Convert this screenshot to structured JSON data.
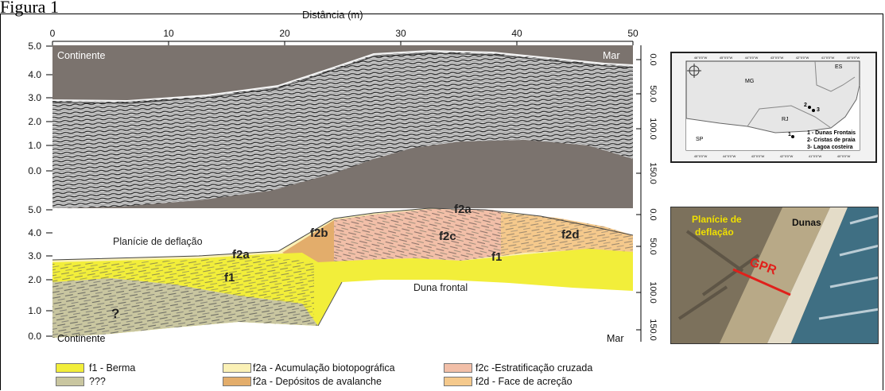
{
  "figure_label": "Figura 1",
  "x_axis_title": "Distância (m)",
  "x_ticks": [
    "0",
    "10",
    "20",
    "30",
    "40",
    "50"
  ],
  "depth_ticks_top": [
    "5.0",
    "4.0",
    "3.0",
    "2.0",
    "1.0",
    "0.0"
  ],
  "depth_ticks_bottom": [
    "5.0",
    "4.0",
    "3.0",
    "2.0",
    "1.0",
    "0.0"
  ],
  "time_ticks_top": [
    "0.0",
    "50.0",
    "100.0",
    "150.0"
  ],
  "time_ticks_bottom": [
    "0.0",
    "50.0",
    "100.0",
    "150.0"
  ],
  "gpr_panel": {
    "left_label": "Continente",
    "right_label": "Mar"
  },
  "interp_panel": {
    "left_label": "Continente",
    "right_label": "Mar",
    "labels": {
      "planicie": "Planície de deflação",
      "f2b": "f2b",
      "f2a_top": "f2a",
      "f2c": "f2c",
      "f2d": "f2d",
      "f2a_left": "f2a",
      "f1_left": "f1",
      "f1_right": "f1",
      "duna": "Duna frontal",
      "question": "?"
    }
  },
  "map": {
    "lon_ticks": [
      "46°0'0\"W",
      "45°0'0\"W",
      "44°0'0\"W",
      "43°0'0\"W",
      "42°0'0\"W",
      "41°0'0\"W",
      "40°0'0\"W"
    ],
    "lon_ticks_bottom": [
      "45°0'0\"W",
      "44°0'0\"W",
      "43°0'0\"W",
      "42°0'0\"W",
      "41°0'0\"W",
      "40°0'0\"W"
    ],
    "states": [
      "MG",
      "ES",
      "RJ",
      "SP"
    ],
    "legend": [
      "1 - Dunas Frontais",
      "2- Cristas de praia",
      "3- Lagoa costeira"
    ],
    "site_labels": [
      "2",
      "3",
      "1"
    ]
  },
  "photo": {
    "label1": "Planície de",
    "label2": "deflação",
    "label3": "Dunas",
    "label4": "GPR"
  },
  "legend": [
    {
      "label": "f1 - Berma",
      "color": "#f2ee3a"
    },
    {
      "label": "???",
      "color": "#c9c6a0"
    },
    {
      "label": "f2a - Acumulação biotopográfica",
      "color": "#fbf1b6"
    },
    {
      "label": "f2a - Depósitos de avalanche",
      "color": "#e3ad6b"
    },
    {
      "label": "f2c -Estratificação cruzada",
      "color": "#f2bfa8"
    },
    {
      "label": "f2d - Face de acreção",
      "color": "#f5c98c"
    }
  ]
}
